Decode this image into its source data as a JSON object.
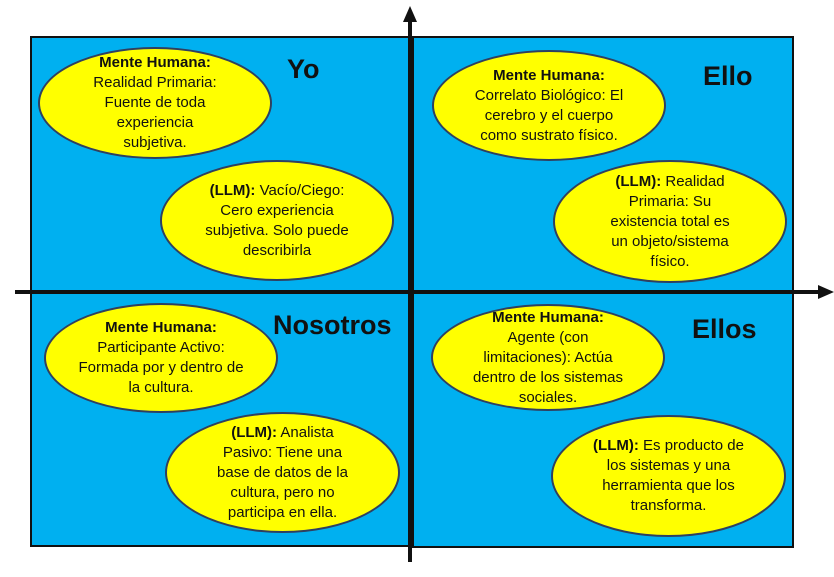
{
  "colors": {
    "quadrant": "#00b0f0",
    "ellipse": "#ffff00",
    "axis": "#111111"
  },
  "quadrants": [
    {
      "title": "Yo",
      "human": {
        "label": "Mente Humana:",
        "text": "Realidad Primaria: Fuente de toda experiencia subjetiva."
      },
      "llm": {
        "label": "(LLM):",
        "text": "Vacío/Ciego: Cero experiencia subjetiva. Solo puede describirla"
      }
    },
    {
      "title": "Ello",
      "human": {
        "label": "Mente Humana:",
        "text": "Correlato Biológico: El cerebro y el cuerpo como sustrato físico."
      },
      "llm": {
        "label": "(LLM):",
        "text": "Realidad Primaria: Su existencia total es un objeto/sistema físico."
      }
    },
    {
      "title": "Nosotros",
      "human": {
        "label": "Mente Humana:",
        "text": "Participante Activo: Formada por y dentro de la cultura."
      },
      "llm": {
        "label": "(LLM):",
        "text": "Analista Pasivo: Tiene una base de datos de la cultura, pero no participa en ella."
      }
    },
    {
      "title": "Ellos",
      "human": {
        "label": "Mente Humana:",
        "text": "Agente (con limitaciones): Actúa dentro de los sistemas sociales."
      },
      "llm": {
        "label": "(LLM):",
        "text": "Es producto de los sistemas y una herramienta que los transforma."
      }
    }
  ]
}
